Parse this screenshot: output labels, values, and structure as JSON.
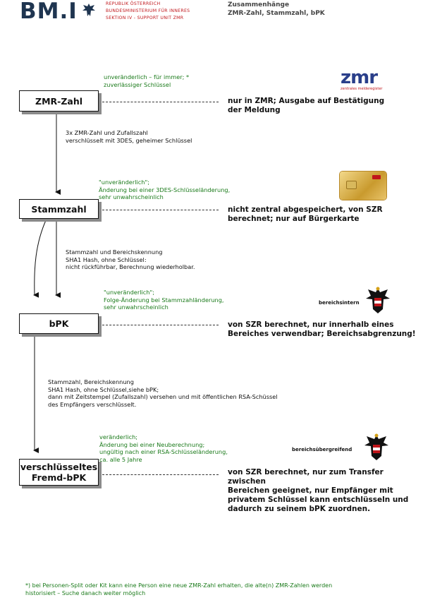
{
  "header": {
    "logo": "BM.I",
    "org_line1": "REPUBLIK ÖSTERREICH",
    "org_line2": "BUNDESMINISTERIUM FÜR INNERES",
    "org_line3": "SEKTION IV - SUPPORT UNIT ZMR",
    "title_line1": "Zusammenhänge",
    "title_line2": "ZMR-Zahl, Stammzahl, bPK"
  },
  "nodes": {
    "zmr": "ZMR-Zahl",
    "stammzahl": "Stammzahl",
    "bpk": "bPK",
    "fremd_line1": "verschlüsseltes",
    "fremd_line2": "Fremd-bPK"
  },
  "green_notes": {
    "zmr_1": "unveränderlich – für immer; *",
    "zmr_2": "zuverlässiger Schlüssel",
    "stamm_1": "\"unveränderlich\";",
    "stamm_2": "Änderung bei einer 3DES-Schlüsseländerung,",
    "stamm_3": "sehr unwahrscheinlich",
    "bpk_1": "\"unveränderlich\";",
    "bpk_2": "Folge-Änderung bei Stammzahländerung,",
    "bpk_3": "sehr unwahrscheinlich",
    "fremd_1": "veränderlich;",
    "fremd_2": "Änderung bei einer Neuberechnung;",
    "fremd_3": "ungültig nach einer RSA-Schlüsseländerung,",
    "fremd_4": "ca. alle 5 Jahre"
  },
  "process_notes": {
    "p1_1": "3x ZMR-Zahl und Zufallszahl",
    "p1_2": "verschlüsselt mit 3DES, geheimer Schlüssel",
    "p2_1": "Stammzahl und Bereichskennung",
    "p2_2": "SHA1 Hash, ohne Schlüssel:",
    "p2_3": "nicht rückführbar, Berechnung wiederholbar.",
    "p3_1": "Stammzahl, Bereichskennung",
    "p3_2": "SHA1 Hash, ohne Schlüssel,siehe bPK;",
    "p3_3": "dann mit Zeitstempel (Zufallszahl) versehen und mit öffentlichen RSA-Schüssel",
    "p3_4": "des Empfängers verschlüsselt."
  },
  "descriptions": {
    "zmr_1": "nur in ZMR; Ausgabe auf Bestätigung",
    "zmr_2": "der Meldung",
    "stamm_1": "nicht zentral abgespeichert, von SZR",
    "stamm_2": "berechnet; nur auf Bürgerkarte",
    "bpk_1": "von SZR berechnet, nur innerhalb eines",
    "bpk_2": "Bereiches verwendbar; Bereichsabgrenzung!",
    "fremd_1": "von SZR berechnet, nur zum Transfer zwischen",
    "fremd_2": "Bereichen geeignet, nur Empfänger mit",
    "fremd_3": "privatem Schlüssel kann entschlüsseln und",
    "fremd_4": "dadurch zu seinem bPK zuordnen."
  },
  "side_labels": {
    "zmr_logo": "zmr",
    "zmr_logo_sub": "zentrales melderegister",
    "bereichsintern": "bereichsintern",
    "bereichsuebergreifend": "bereichsübergreifend"
  },
  "footnote": {
    "line1": "*) bei Personen-Split oder Kit kann eine Person eine neue ZMR-Zahl erhalten, die alte(n) ZMR-Zahlen werden",
    "line2": "historisiert – Suche danach weiter möglich"
  },
  "colors": {
    "green": "#1a7a1a",
    "logo_blue": "#1f3550",
    "red": "#c0161b"
  }
}
